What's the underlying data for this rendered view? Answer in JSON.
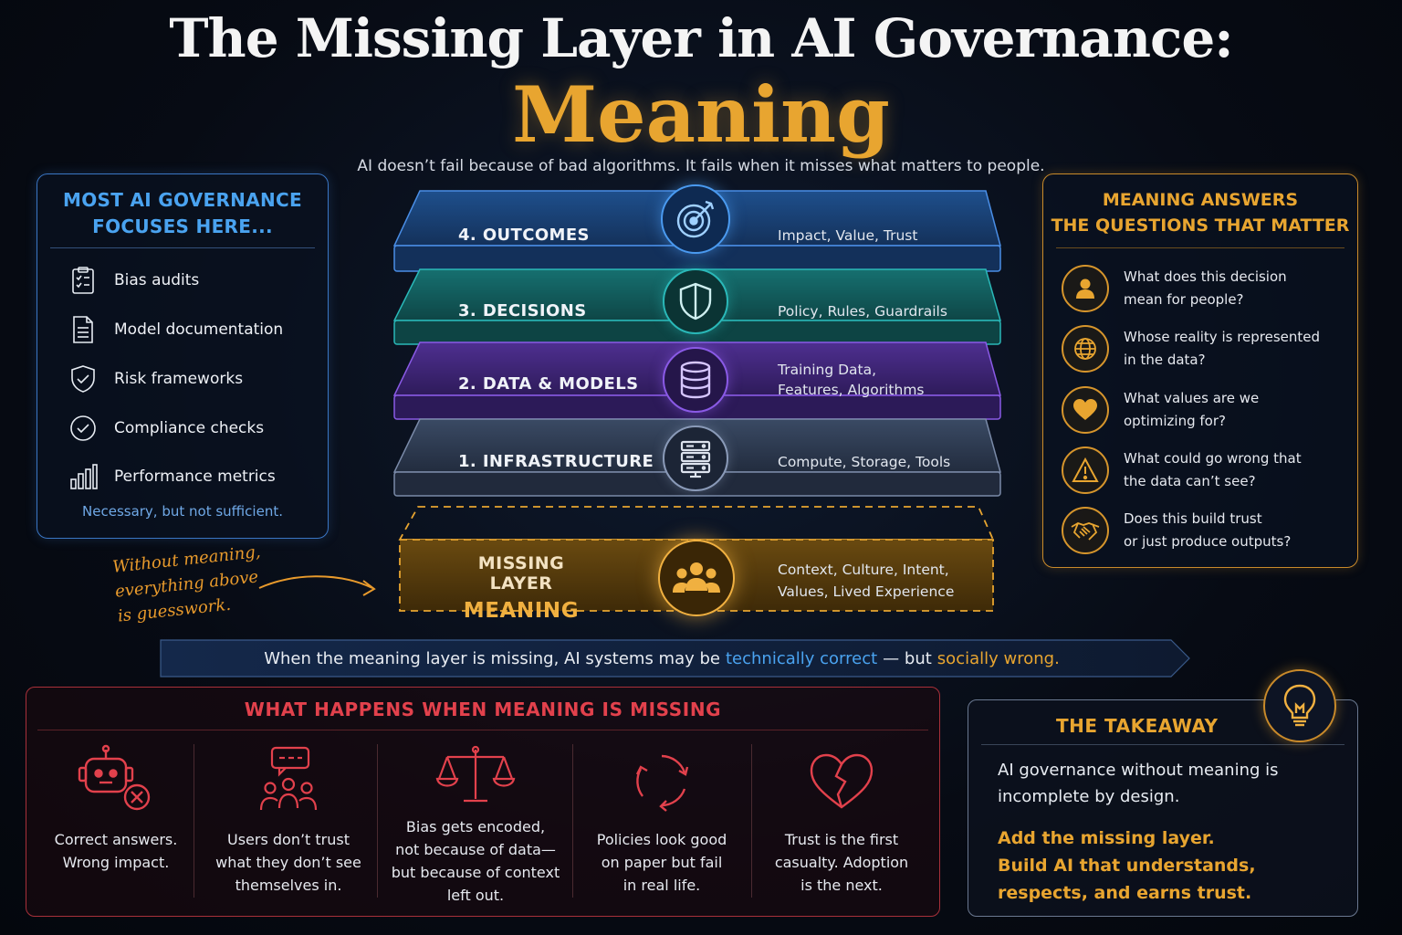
{
  "title": {
    "line1": "The Missing Layer in AI Governance:",
    "line2": "Meaning",
    "subtitle": "AI doesn’t fail because of bad algorithms. It fails when it misses what matters to people."
  },
  "left_panel": {
    "title_line1": "MOST AI GOVERNANCE",
    "title_line2": "FOCUSES HERE...",
    "items": [
      {
        "label": "Bias audits",
        "icon": "checklist-icon"
      },
      {
        "label": "Model documentation",
        "icon": "document-icon"
      },
      {
        "label": "Risk frameworks",
        "icon": "shield-check-icon"
      },
      {
        "label": "Compliance checks",
        "icon": "check-circle-icon"
      },
      {
        "label": "Performance metrics",
        "icon": "bar-chart-icon"
      }
    ],
    "footer": "Necessary, but not sufficient."
  },
  "layers": [
    {
      "label": "4.  OUTCOMES",
      "desc_line1": "Impact, Value, Trust",
      "desc_line2": "",
      "icon": "target-icon",
      "color": "#2f6fc4"
    },
    {
      "label": "3.  DECISIONS",
      "desc_line1": "Policy, Rules, Guardrails",
      "desc_line2": "",
      "icon": "shield-icon",
      "color": "#1f9a9a"
    },
    {
      "label": "2.  DATA & MODELS",
      "desc_line1": "Training Data,",
      "desc_line2": "Features, Algorithms",
      "icon": "database-icon",
      "color": "#7a4bd0"
    },
    {
      "label": "1.  INFRASTRUCTURE",
      "desc_line1": "Compute, Storage, Tools",
      "desc_line2": "",
      "icon": "server-icon",
      "color": "#5a6c8a"
    }
  ],
  "missing_layer": {
    "label_line1": "MISSING LAYER",
    "label_line2": "MEANING",
    "desc_line1": "Context, Culture, Intent,",
    "desc_line2": "Values, Lived Experience",
    "icon": "people-group-icon",
    "color": "#e8a530"
  },
  "annotation": {
    "line1": "Without meaning,",
    "line2": "everything above",
    "line3": "is guesswork."
  },
  "banner": {
    "part1": "When the meaning layer is missing, AI systems may be",
    "part2": "technically correct",
    "part3": "— but",
    "part4": "socially wrong."
  },
  "right_panel": {
    "title_line1": "MEANING ANSWERS",
    "title_line2": "THE QUESTIONS THAT MATTER",
    "questions": [
      {
        "line1": "What does this decision",
        "line2": "mean for people?",
        "icon": "person-icon"
      },
      {
        "line1": "Whose reality is represented",
        "line2": "in the data?",
        "icon": "globe-icon"
      },
      {
        "line1": "What values are we",
        "line2": "optimizing for?",
        "icon": "heart-icon"
      },
      {
        "line1": "What could go wrong that",
        "line2": "the data can’t see?",
        "icon": "warning-icon"
      },
      {
        "line1": "Does this build trust",
        "line2": "or just produce outputs?",
        "icon": "handshake-icon"
      }
    ]
  },
  "consequences": {
    "title": "WHAT HAPPENS WHEN MEANING IS MISSING",
    "items": [
      {
        "lines": [
          "Correct answers.",
          "Wrong impact."
        ],
        "icon": "robot-error-icon"
      },
      {
        "lines": [
          "Users don’t trust",
          "what they don’t see",
          "themselves in."
        ],
        "icon": "users-chat-icon"
      },
      {
        "lines": [
          "Bias gets encoded,",
          "not because of data—",
          "but because of context",
          "left out."
        ],
        "icon": "scales-icon"
      },
      {
        "lines": [
          "Policies look good",
          "on paper but fail",
          "in real life."
        ],
        "icon": "cycle-arrows-icon"
      },
      {
        "lines": [
          "Trust is the first",
          "casualty. Adoption",
          "is the next."
        ],
        "icon": "broken-heart-icon"
      }
    ]
  },
  "takeaway": {
    "title": "THE TAKEAWAY",
    "body_line1": "AI governance without meaning is",
    "body_line2": "incomplete by design.",
    "cta_line1": "Add the missing layer.",
    "cta_line2": "Build AI that understands,",
    "cta_line3": "respects, and earns trust.",
    "icon": "lightbulb-icon"
  }
}
